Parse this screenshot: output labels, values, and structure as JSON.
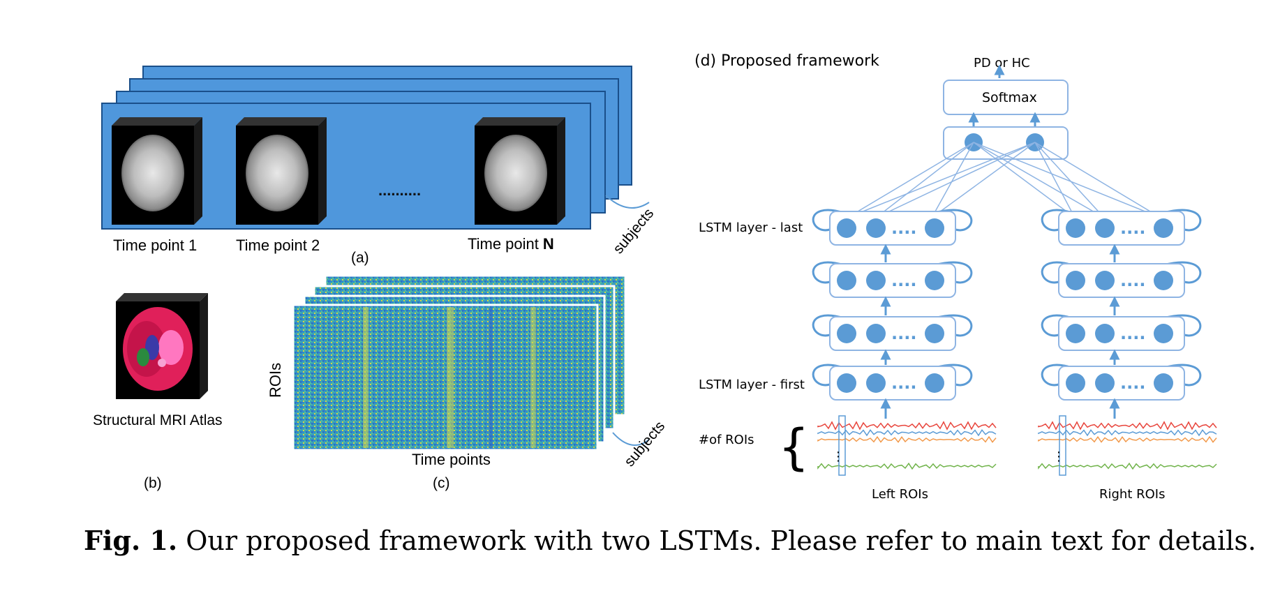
{
  "panel_a": {
    "time_points": [
      "Time point 1",
      "Time point 2",
      "Time point"
    ],
    "time_point_n": "N",
    "ellipsis": "..........",
    "subjects": "subjects",
    "label": "(a)"
  },
  "panel_b": {
    "atlas_label": "Structural MRI Atlas",
    "label": "(b)"
  },
  "panel_c": {
    "ylabel": "ROIs",
    "xlabel": "Time points",
    "subjects": "subjects",
    "label": "(c)"
  },
  "panel_d": {
    "title": "(d) Proposed framework",
    "output": "PD or HC",
    "softmax": "Softmax",
    "lstm_last": "LSTM layer - last",
    "lstm_first": "LSTM layer - first",
    "rois_count": "#of ROIs",
    "left_rois": "Left ROIs",
    "right_rois": "Right ROIs",
    "dots": "....",
    "colors": {
      "node": "#5b9bd5",
      "line": "#5b9bd5",
      "box_stroke": "#8eb4e3",
      "signal_red": "#e8453c",
      "signal_blue": "#5b9bd5",
      "signal_orange": "#f2994a",
      "signal_green": "#70b34a"
    }
  },
  "caption": {
    "prefix": "Fig. 1.",
    "text": " Our proposed framework with two LSTMs. Please refer to main text for details."
  },
  "colors": {
    "panel_blue": "#4f97dc",
    "brain_bg": "#000000"
  }
}
